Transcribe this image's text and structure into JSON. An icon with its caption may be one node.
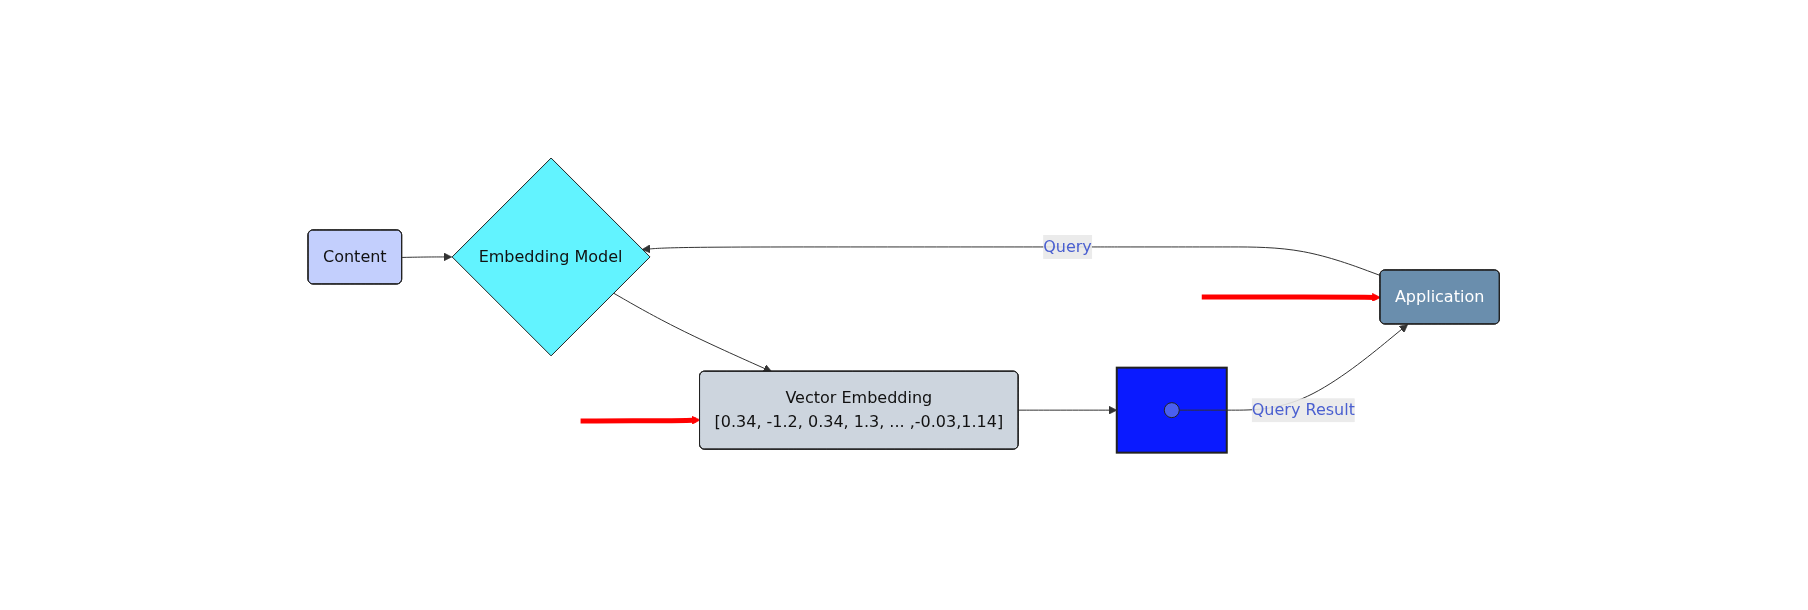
{
  "diagram": {
    "nodes": [
      {
        "text": [
          "Content"
        ]
      },
      {
        "text": [
          "Application"
        ]
      },
      {
        "text": [
          "Embedding Model"
        ]
      },
      {
        "text": [
          "Vector Embedding",
          "[0.34, -1.2, 0.34, 1.3, ... ,-0.03,1.14]"
        ]
      },
      {
        "text": [],
        "shape": "box"
      },
      {
        "text": [],
        "shape": "circle",
        "in": 4
      }
    ],
    "edges": [
      {
        "from": 0,
        "to": 2,
        "arrow": "to"
      },
      {
        "from": 1,
        "to": 2,
        "arrow": "to",
        "label": "Query"
      },
      {
        "from": 2,
        "to": 3,
        "arrow": "to"
      },
      {
        "from": 3,
        "to": 4,
        "arrow": "to"
      },
      {
        "from": 5,
        "to": 1,
        "arrow": "to",
        "label": "Query Result"
      },
      {
        "from": null,
        "to": 3,
        "arrow": "to",
        "style": "thick",
        "color": "#ff0000"
      },
      {
        "from": null,
        "to": 1,
        "arrow": "to",
        "style": "thick",
        "color": "#ff0000"
      }
    ]
  }
}
